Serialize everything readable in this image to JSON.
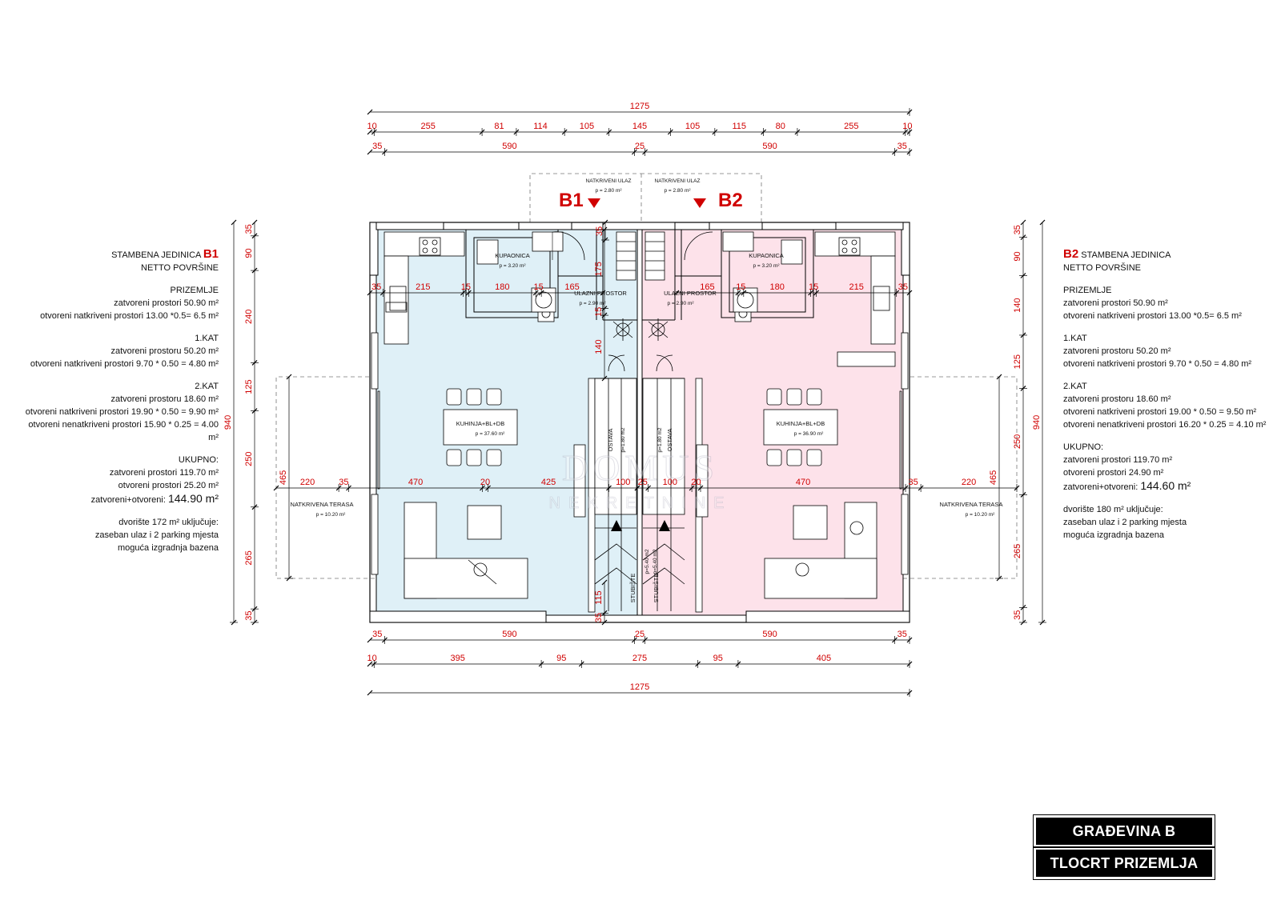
{
  "dimensions": {
    "top_total": "1275",
    "top_row1": [
      "10",
      "255",
      "81",
      "114",
      "105",
      "145",
      "105",
      "115",
      "80",
      "255",
      "10"
    ],
    "top_row2": [
      "35",
      "590",
      "25",
      "590",
      "35"
    ],
    "bottom_row1": [
      "35",
      "590",
      "25",
      "590",
      "35"
    ],
    "bottom_row2": [
      "10",
      "395",
      "95",
      "275",
      "95",
      "405"
    ],
    "bottom_total": "1275",
    "left_column": [
      "35",
      "90",
      "240",
      "125",
      "250",
      "265",
      "35"
    ],
    "left_total": "940",
    "terrace_height": "465",
    "right_column": [
      "35",
      "90",
      "140",
      "125",
      "250",
      "265",
      "35"
    ],
    "right_total": "940",
    "interior": {
      "b1_row": [
        "35",
        "215",
        "15",
        "180",
        "15",
        "165"
      ],
      "b2_row": [
        "165",
        "15",
        "180",
        "15",
        "215",
        "35"
      ],
      "vertical_b1": [
        "175",
        "15",
        "140"
      ],
      "middle_left": [
        "220",
        "35",
        "470",
        "20",
        "425",
        "100"
      ],
      "middle_right": [
        "25",
        "100",
        "20",
        "470",
        "35",
        "220"
      ],
      "stair_left": [
        "115",
        "35"
      ],
      "corridor_top": [
        "35"
      ],
      "separator": [
        "25"
      ]
    }
  },
  "units": {
    "b1_mark": "B1",
    "b2_mark": "B2"
  },
  "rooms": {
    "entry_b1": {
      "name": "NATKRIVENI ULAZ",
      "area": "p = 2.80 m²"
    },
    "entry_b2": {
      "name": "NATKRIVENI ULAZ",
      "area": "p = 2.80 m²"
    },
    "bath_b1": {
      "name": "KUPAONICA",
      "area": "p = 3.20 m²"
    },
    "bath_b2": {
      "name": "KUPAONICA",
      "area": "p = 3.20 m²"
    },
    "hall_b1": {
      "name": "ULAZNI PROSTOR",
      "area": "p = 2.90 m²"
    },
    "hall_b2": {
      "name": "ULAZNI PROSTOR",
      "area": "p = 2.90 m²"
    },
    "kitchen_b1": {
      "name": "KUHINJA+BL+DB",
      "area": "p = 37.60 m²"
    },
    "kitchen_b2": {
      "name": "KUHINJA+BL+DB",
      "area": "p = 36.90 m²"
    },
    "storage_b1": {
      "name": "OSTAVA",
      "area": "p=1.80 m2"
    },
    "storage_b2": {
      "name": "OSTAVA",
      "area": "p=1.80 m2"
    },
    "stairs_b1": {
      "name": "STUBIŠTE",
      "area": "p=5.40 m2"
    },
    "stairs_b2": {
      "name": "STUBIŠTE",
      "area": "p=5.40 m2"
    },
    "terrace_b1": {
      "name": "NATKRIVENA TERASA",
      "area": "p = 10.20 m²"
    },
    "terrace_b2": {
      "name": "NATKRIVENA TERASA",
      "area": "p = 10.20 m²"
    }
  },
  "watermark": {
    "line1": "DOMUS",
    "line2": "NEKRETNINE"
  },
  "b1_info": {
    "title": "STAMBENA JEDINICA",
    "unit": "B1",
    "subtitle": "NETTO POVRŠINE",
    "prizemlje": "PRIZEMLJE",
    "p1": "zatvoreni prostori 50.90 m²",
    "p2": "otvoreni natkriveni prostori 13.00 *0.5= 6.5 m²",
    "kat1": "1.KAT",
    "k1a": "zatvoreni prostoru  50.20 m²",
    "k1b": "otvoreni natkriveni  prostori 9.70 * 0.50 = 4.80 m²",
    "kat2": "2.KAT",
    "k2a": "zatvoreni prostoru  18.60 m²",
    "k2b": "otvoreni natkriveni  prostori 19.90 * 0.50 = 9.90 m²",
    "k2c": "otvoreni nenatkriveni prostori 15.90 * 0.25 = 4.00",
    "k2c_unit": "m²",
    "ukupno": "UKUPNO:",
    "u1": "zatvoreni prostori 119.70 m²",
    "u2": "otvoreni prostori  25.20 m²",
    "u3_label": "zatvoreni+otvoreni:",
    "u3_value": "144.90 m²",
    "d1": "dvorište 172 m² uključuje:",
    "d2": "zaseban ulaz i 2 parking mjesta",
    "d3": "moguća izgradnja bazena"
  },
  "b2_info": {
    "title": "STAMBENA JEDINICA",
    "unit": "B2",
    "subtitle": "NETTO POVRŠINE",
    "prizemlje": "PRIZEMLJE",
    "p1": "zatvoreni prostori 50.90 m²",
    "p2": "otvoreni natkriveni prostori 13.00 *0.5= 6.5 m²",
    "kat1": "1.KAT",
    "k1a": "zatvoreni prostoru  50.20 m²",
    "k1b": "otvoreni natkriveni  prostori 9.70 * 0.50 = 4.80 m²",
    "kat2": "2.KAT",
    "k2a": "zatvoreni prostoru  18.60 m²",
    "k2b": "otvoreni natkriveni  prostori 19.00 * 0.50 = 9.50 m²",
    "k2c": "otvoreni nenatkriveni prostori 16.20 * 0.25 = 4.10 m²",
    "ukupno": "UKUPNO:",
    "u1": "zatvoreni prostori 119.70 m²",
    "u2": "otvoreni prostori  24.90 m²",
    "u3_label": "zatvoreni+otvoreni:",
    "u3_value": "144.60 m²",
    "d1": "dvorište 180 m² uključuje:",
    "d2": "zaseban ulaz i 2 parking mjesta",
    "d3": "moguća izgradnja bazena"
  },
  "title_block": {
    "line1": "GRAĐEVINA B",
    "line2": "TLOCRT PRIZEMLJA"
  },
  "colors": {
    "b1_fill": "#dff0f7",
    "b2_fill": "#fde2ea",
    "dimension": "#d00000",
    "wall": "#000000"
  }
}
